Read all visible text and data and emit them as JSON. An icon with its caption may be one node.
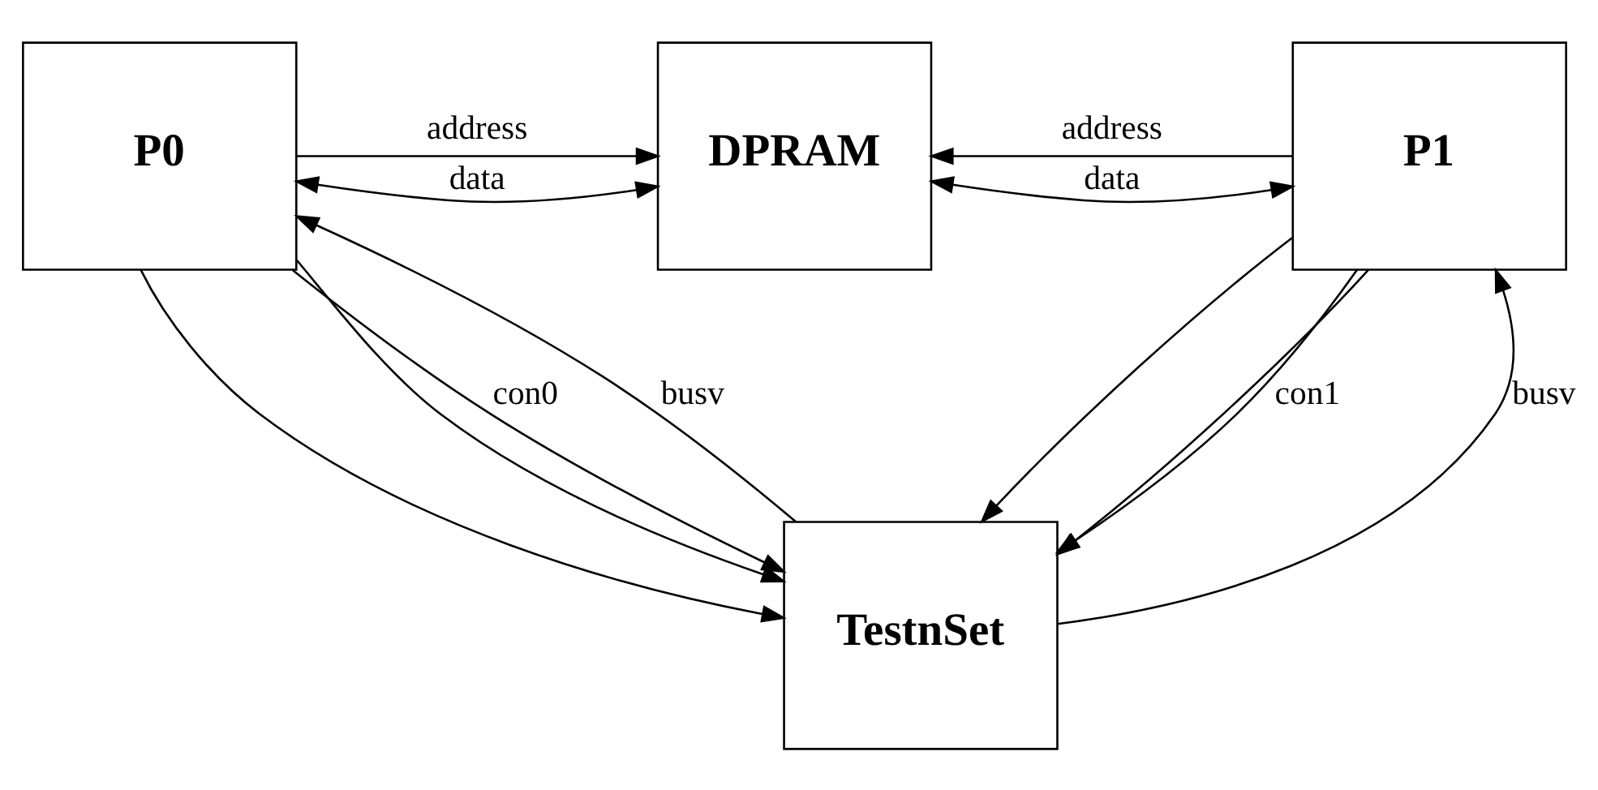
{
  "diagram": {
    "nodes": [
      {
        "text": [
          "P0"
        ]
      },
      {
        "text": [
          "DPRAM"
        ]
      },
      {
        "text": [
          "P1"
        ]
      },
      {
        "text": [
          "TestnSet"
        ]
      }
    ],
    "edges": [
      {
        "from": 0,
        "to": 1,
        "arrow": "to",
        "label": "address"
      },
      {
        "from": 0,
        "to": 1,
        "arrow": "both",
        "label": "data"
      },
      {
        "from": 0,
        "to": 3,
        "arrow": "to"
      },
      {
        "from": 0,
        "to": 3,
        "arrow": "to"
      },
      {
        "from": 3,
        "to": 0,
        "arrow": "to",
        "label": "busv"
      },
      {
        "from": 0,
        "to": 3,
        "arrow": "to",
        "label": "con0"
      },
      {
        "from": 2,
        "to": 1,
        "arrow": "to",
        "label": "address"
      },
      {
        "from": 1,
        "to": 2,
        "arrow": "both",
        "label": "data"
      },
      {
        "from": 2,
        "to": 3,
        "arrow": "to"
      },
      {
        "from": 2,
        "to": 3,
        "arrow": "to"
      },
      {
        "from": 3,
        "to": 2,
        "arrow": "to",
        "label": "busv"
      },
      {
        "from": 2,
        "to": 3,
        "arrow": "to",
        "label": "con1"
      }
    ]
  }
}
